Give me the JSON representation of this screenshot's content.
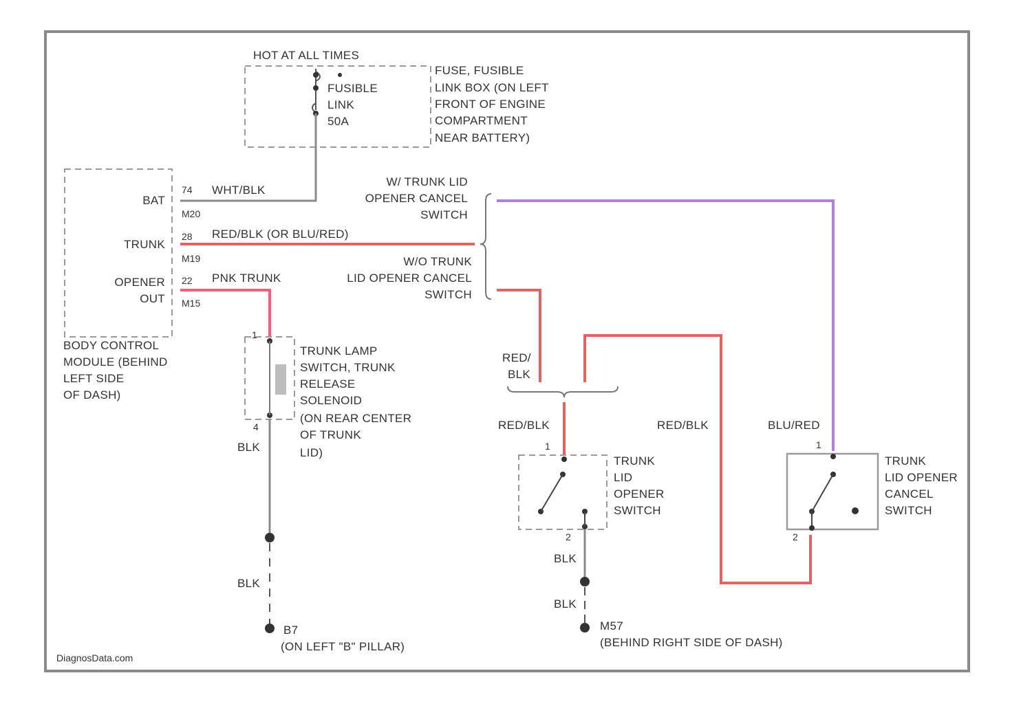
{
  "watermark": "DiagnosData.com",
  "colors": {
    "frame": "#8a8a8a",
    "wire_gray": "#8a8a8a",
    "wire_red": "#e06464",
    "wire_pink": "#f0607a",
    "wire_violet": "#b07fe0",
    "component_outline": "#9a9a9a",
    "text": "#333333"
  },
  "fuse_block": {
    "header": "HOT AT ALL TIMES",
    "fuse_label": [
      "FUSIBLE",
      "LINK",
      "50A"
    ],
    "location": [
      "FUSE, FUSIBLE",
      "LINK BOX (ON LEFT",
      "FRONT OF ENGINE",
      "COMPARTMENT",
      "NEAR BATTERY)"
    ]
  },
  "bcm": {
    "pins": [
      {
        "label": "BAT",
        "pin": "74",
        "connector": "M20",
        "wire": "WHT/BLK"
      },
      {
        "label": "TRUNK",
        "pin": "28",
        "connector": "M19",
        "wire": "RED/BLK (OR BLU/RED)"
      },
      {
        "label_lines": [
          "OPENER",
          "OUT"
        ],
        "pin": "22",
        "connector": "M15",
        "wire": "PNK TRUNK"
      }
    ],
    "location": [
      "BODY CONTROL",
      "MODULE (BEHIND",
      "LEFT SIDE",
      "OF DASH)"
    ]
  },
  "variants": {
    "with": [
      "W/ TRUNK LID",
      "OPENER CANCEL",
      "SWITCH"
    ],
    "without": [
      "W/O TRUNK",
      "LID OPENER CANCEL",
      "SWITCH"
    ]
  },
  "solenoid": {
    "label": [
      "TRUNK LAMP",
      "SWITCH, TRUNK",
      "RELEASE",
      "SOLENOID",
      "(ON REAR CENTER",
      "OF TRUNK",
      "LID)"
    ],
    "pin_top": "1",
    "pin_bottom": "4",
    "ground_wire": "BLK",
    "ground_wire_2": "BLK",
    "ground_id": "B7",
    "ground_location": "(ON LEFT  \"B\" PILLAR)"
  },
  "opener_switch": {
    "label": [
      "TRUNK",
      "LID",
      "OPENER",
      "SWITCH"
    ],
    "input_wire": [
      "RED/",
      "BLK"
    ],
    "splice_wire": "RED/BLK",
    "pin_top": "1",
    "pin_bottom": "2",
    "ground_wire": "BLK",
    "ground_wire_2": "BLK",
    "ground_id": "M57",
    "ground_location": "(BEHIND RIGHT SIDE OF DASH)"
  },
  "cancel_switch": {
    "label": [
      "TRUNK",
      "LID OPENER",
      "CANCEL",
      "SWITCH"
    ],
    "wire_in": "RED/BLK",
    "wire_top": "BLU/RED",
    "pin_top": "1",
    "pin_bottom": "2"
  }
}
